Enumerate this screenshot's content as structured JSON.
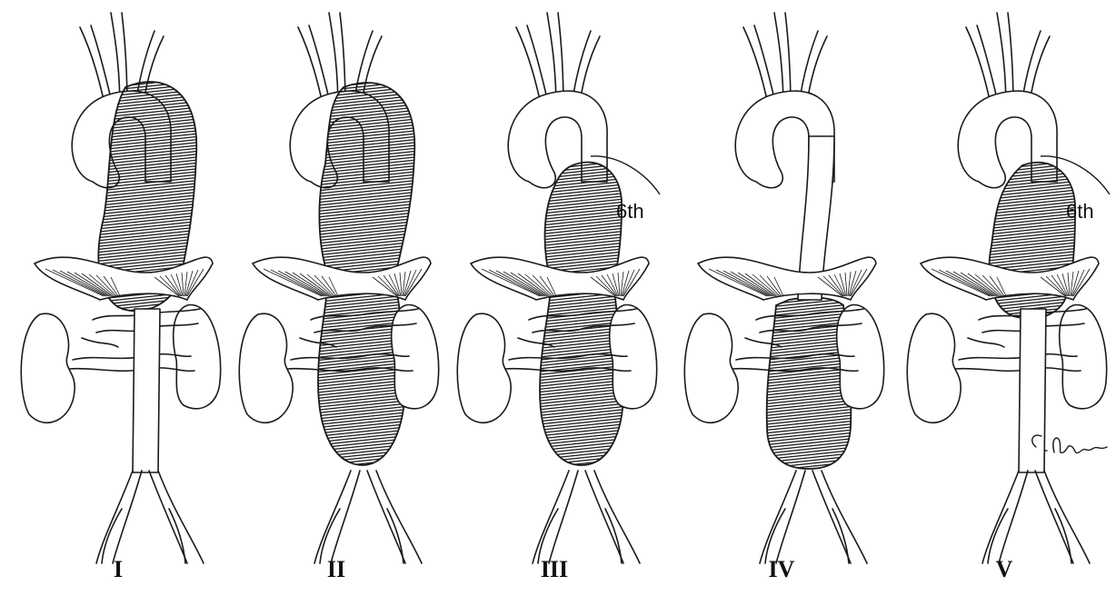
{
  "figure": {
    "panels": [
      {
        "numeral": "I",
        "aneurysm": "descending-to-suprarenal",
        "rib_label": ""
      },
      {
        "numeral": "II",
        "aneurysm": "descending-to-infrarenal",
        "rib_label": ""
      },
      {
        "numeral": "III",
        "aneurysm": "sixth-rib-to-infrarenal",
        "rib_label": "6th"
      },
      {
        "numeral": "IV",
        "aneurysm": "abdominal-only",
        "rib_label": ""
      },
      {
        "numeral": "V",
        "aneurysm": "sixth-rib-to-suprarenal",
        "rib_label": "6th"
      }
    ],
    "signature": "C. Chapman"
  },
  "colors": {
    "line": "#1a1a1a",
    "fill": "#ffffff"
  }
}
